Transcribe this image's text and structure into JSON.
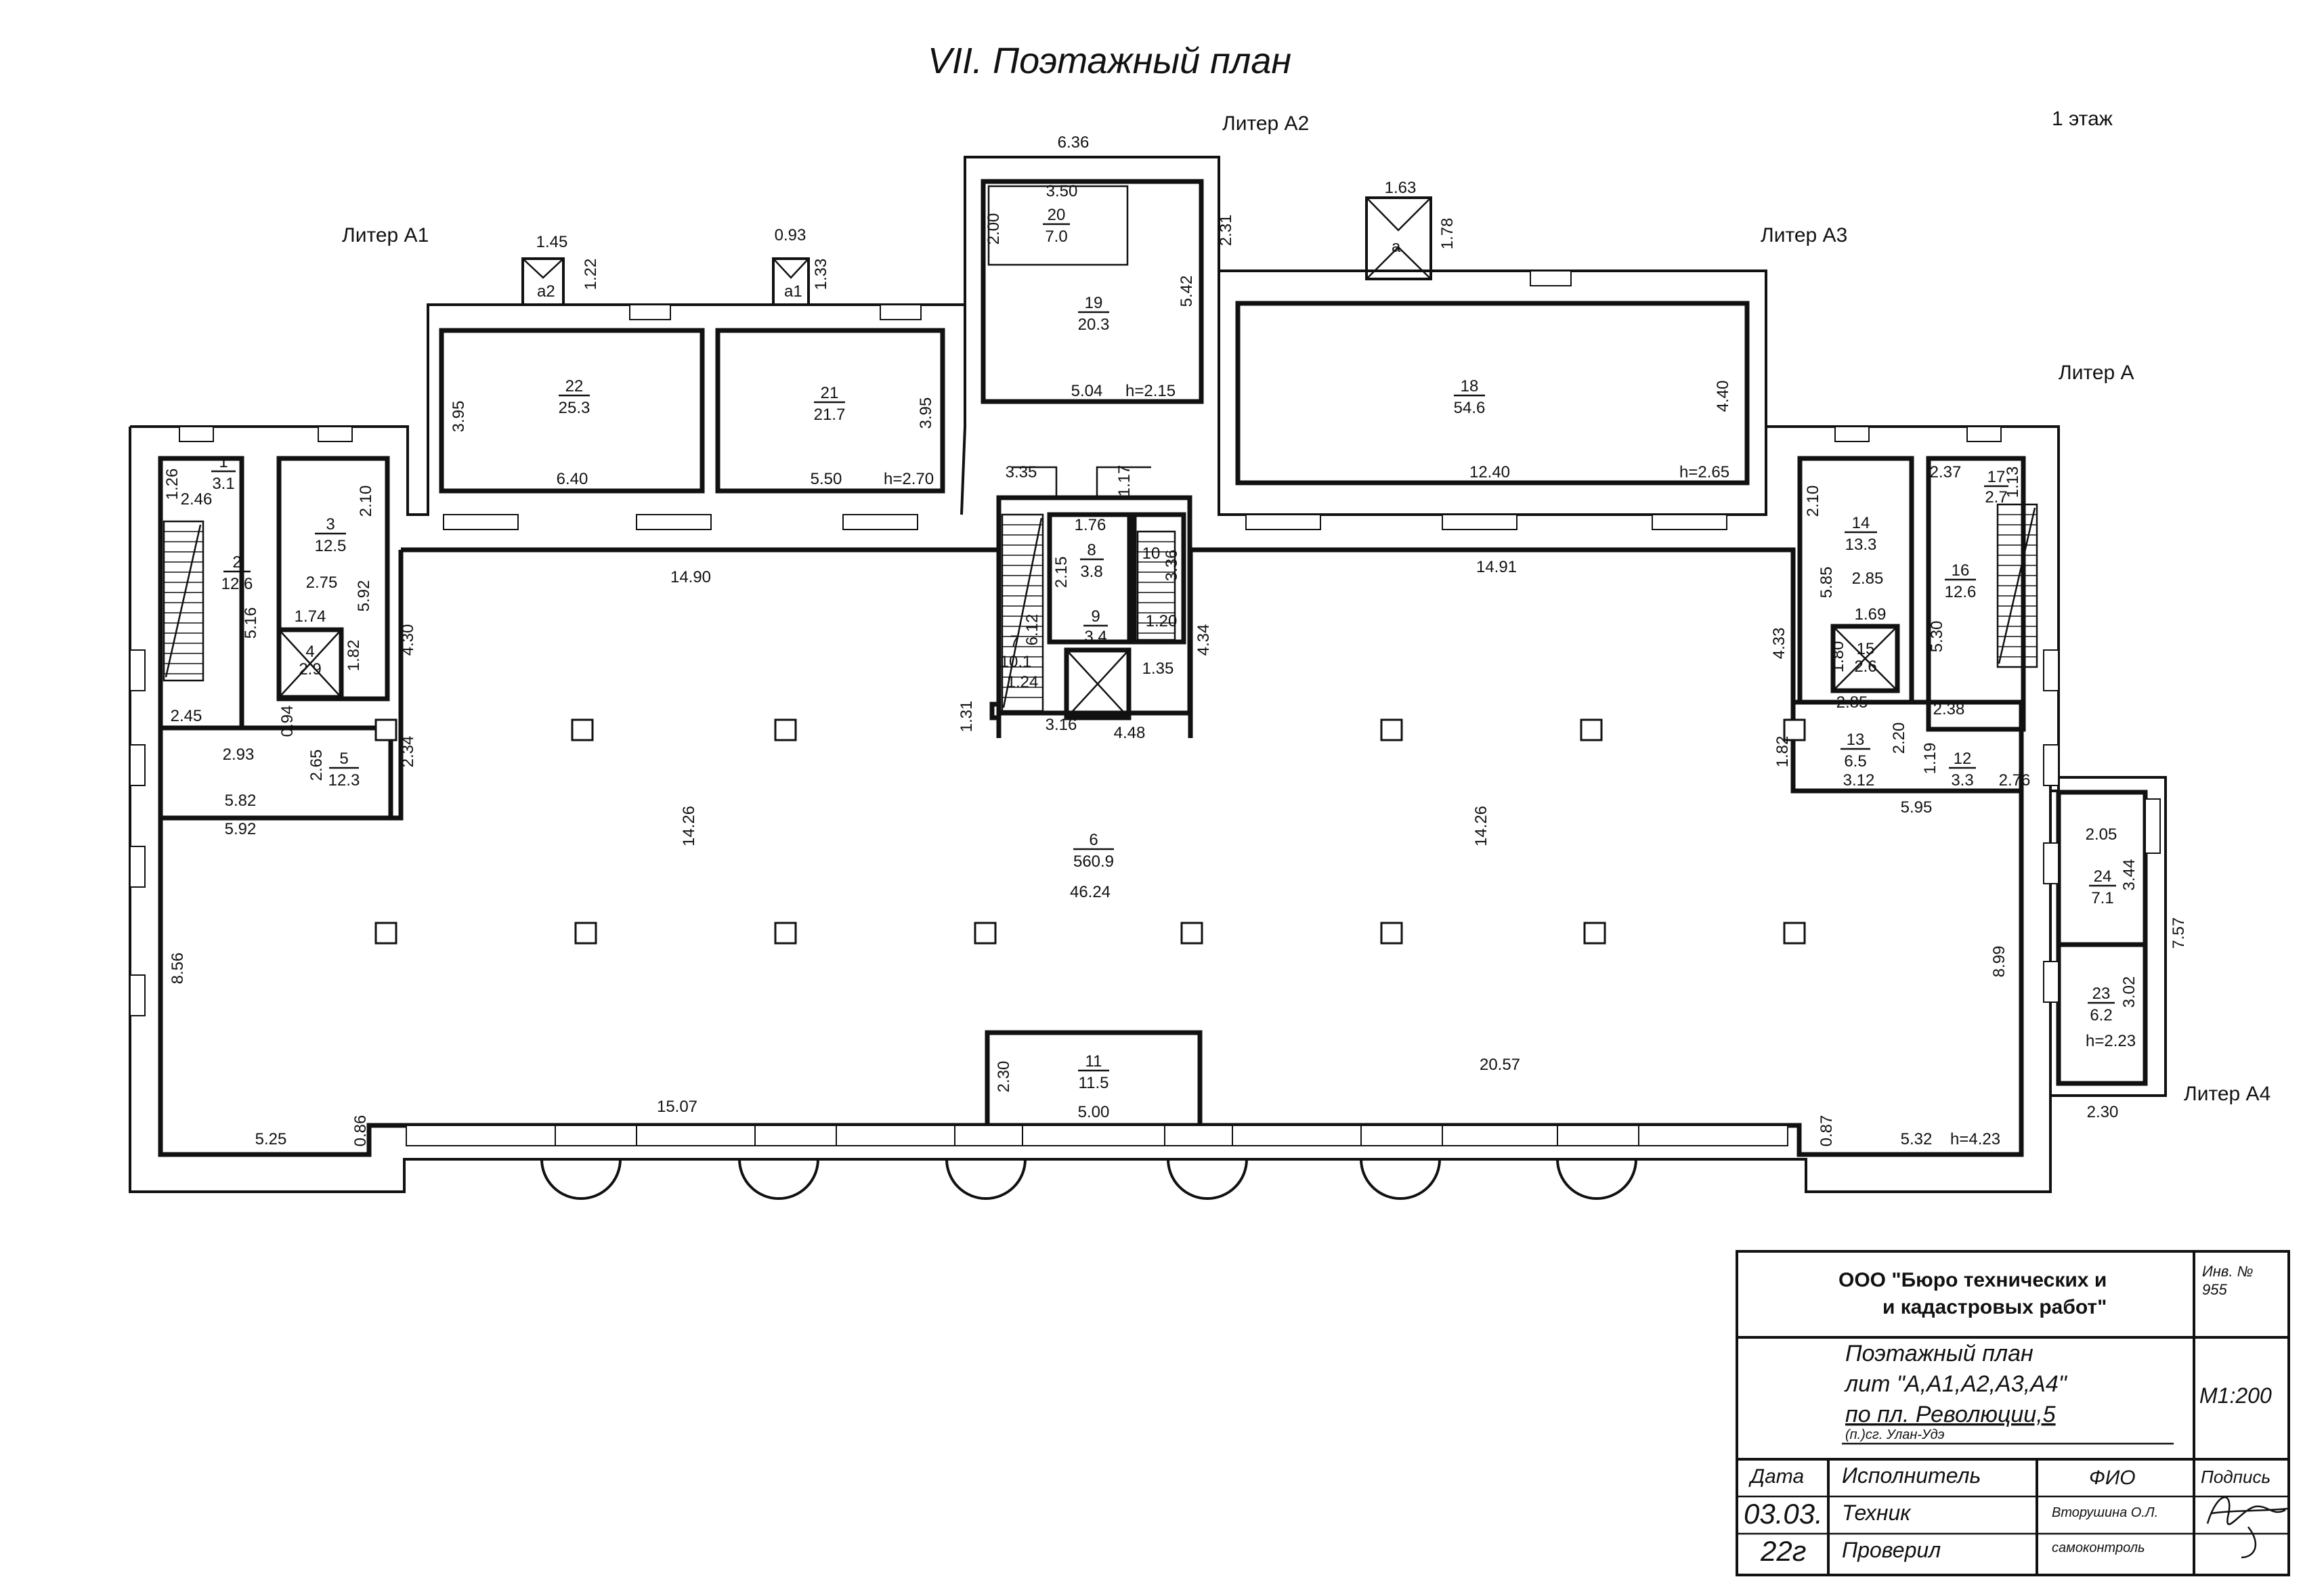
{
  "title": "VII.  Поэтажный план",
  "floor": "1 этаж",
  "liters": {
    "a1": "Литер А1",
    "a2": "Литер А2",
    "a3": "Литер А3",
    "a": "Литер А",
    "a4": "Литер А4"
  },
  "rooms": [
    {
      "n": "1",
      "area": "3.1"
    },
    {
      "n": "2",
      "area": "12.6"
    },
    {
      "n": "3",
      "area": "12.5"
    },
    {
      "n": "4",
      "area": "2.9"
    },
    {
      "n": "5",
      "area": "12.3"
    },
    {
      "n": "6",
      "area": "560.9"
    },
    {
      "n": "7",
      "area": "10.1"
    },
    {
      "n": "8",
      "area": "3.8"
    },
    {
      "n": "9",
      "area": "3.4"
    },
    {
      "n": "10",
      "area": ""
    },
    {
      "n": "11",
      "area": "11.5"
    },
    {
      "n": "12",
      "area": "3.3"
    },
    {
      "n": "13",
      "area": "6.5"
    },
    {
      "n": "14",
      "area": "13.3"
    },
    {
      "n": "15",
      "area": "2.6"
    },
    {
      "n": "16",
      "area": "12.6"
    },
    {
      "n": "17",
      "area": "2.7"
    },
    {
      "n": "18",
      "area": "54.6"
    },
    {
      "n": "19",
      "area": "20.3"
    },
    {
      "n": "20",
      "area": "7.0"
    },
    {
      "n": "21",
      "area": "21.7"
    },
    {
      "n": "22",
      "area": "25.3"
    },
    {
      "n": "23",
      "area": "6.2"
    },
    {
      "n": "24",
      "area": "7.1"
    }
  ],
  "porch_labels": [
    "a2",
    "a1",
    "a"
  ],
  "heights": [
    "h=2.70",
    "h=2.15",
    "h=2.65",
    "h=4.23",
    "h=2.23"
  ],
  "dims": [
    "6.36",
    "3.50",
    "2.00",
    "2.31",
    "5.42",
    "5.04",
    "1.45",
    "1.22",
    "0.93",
    "1.33",
    "1.63",
    "1.78",
    "3.95",
    "6.40",
    "5.50",
    "3.95",
    "12.40",
    "4.40",
    "1.26",
    "2.46",
    "5.16",
    "2.45",
    "2.93",
    "2.10",
    "2.75",
    "5.92",
    "1.74",
    "1.82",
    "4.30",
    "0.94",
    "2.65",
    "2.34",
    "5.82",
    "5.92",
    "3.35",
    "1.17",
    "1.76",
    "2.15",
    "3.36",
    "6.12",
    "1.24",
    "1.20",
    "1.31",
    "3.16",
    "4.48",
    "1.35",
    "4.34",
    "14.90",
    "14.91",
    "14.26",
    "46.24",
    "14.26",
    "8.56",
    "8.99",
    "2.30",
    "5.00",
    "15.07",
    "5.25",
    "0.86",
    "20.57",
    "5.32",
    "0.87",
    "2.10",
    "5.85",
    "2.85",
    "1.69",
    "4.33",
    "1.80",
    "2.85",
    "2.20",
    "3.12",
    "1.82",
    "1.19",
    "2.76",
    "5.95",
    "2.37",
    "1.13",
    "5.30",
    "2.38",
    "2.05",
    "3.44",
    "7.57",
    "3.02",
    "2.30"
  ],
  "stamp": {
    "org_line1": "ООО \"Бюро технических и",
    "org_line2": "и кадастровых работ\"",
    "inv_label": "Инв. №",
    "inv_no": "955",
    "doc_line1": "Поэтажный план",
    "doc_line2": "лит \"А,А1,А2,А3,А4\"",
    "doc_line3": "по пл. Революции,5",
    "doc_line4": "(п.)сг. Улан-Удэ",
    "scale": "М1:200",
    "date_label": "Дата",
    "date_value1": "03.03.",
    "date_value2": "22г",
    "executor_label": "Исполнитель",
    "fio_label": "ФИО",
    "sign_label": "Подпись",
    "tech_label": "Техник",
    "tech_name": "Вторушина О.Л.",
    "checked_label": "Проверил",
    "selfcheck": "самоконтроль"
  }
}
